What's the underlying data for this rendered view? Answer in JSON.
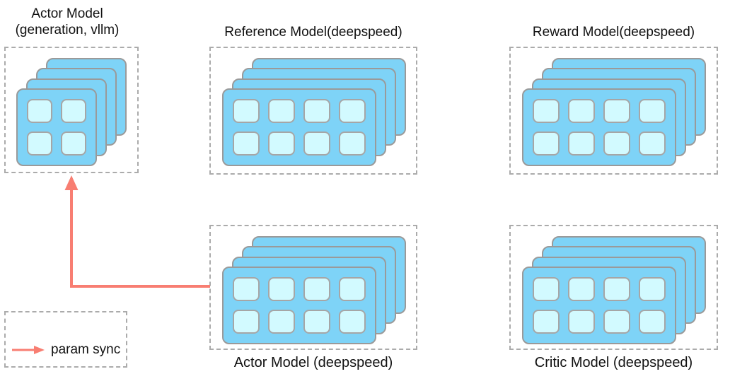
{
  "palette": {
    "card_blue": "#7ED3F7",
    "cell_cyan": "#D2FAFF",
    "card_border": "#9A9A9A",
    "cell_border": "#A6A6A6",
    "dashed_border": "#ABABAB",
    "arrow_red": "#F87E72",
    "text": "#111111"
  },
  "nodes": [
    {
      "id": "actor-vllm",
      "title": "Actor Model",
      "subtitle": "(generation, vllm)",
      "layers": 4,
      "rows": 2,
      "cols": 2
    },
    {
      "id": "reference-model",
      "title": "Reference Model(deepspeed)",
      "layers": 4,
      "rows": 2,
      "cols": 4
    },
    {
      "id": "reward-model",
      "title": "Reward Model(deepspeed)",
      "layers": 4,
      "rows": 2,
      "cols": 4
    },
    {
      "id": "actor-deepspeed",
      "title": "Actor Model (deepspeed)",
      "layers": 4,
      "rows": 2,
      "cols": 4
    },
    {
      "id": "critic-model",
      "title": "Critic Model (deepspeed)",
      "layers": 4,
      "rows": 2,
      "cols": 4
    }
  ],
  "arrow": {
    "from": "actor-deepspeed",
    "to": "actor-vllm"
  },
  "legend": {
    "label": "param sync"
  }
}
